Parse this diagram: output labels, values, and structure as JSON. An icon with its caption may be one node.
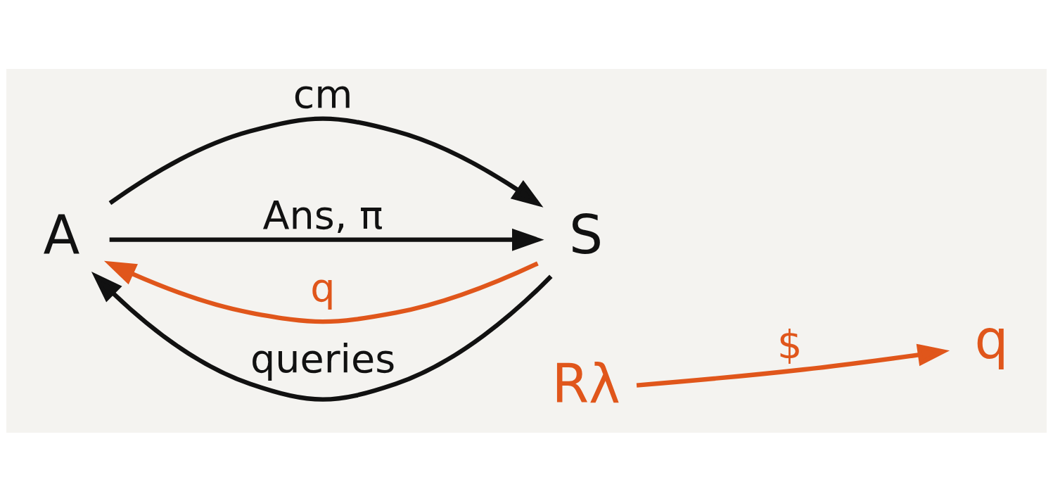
{
  "diagram": {
    "nodes": [
      {
        "text": [
          "A"
        ]
      },
      {
        "text": [
          "S"
        ]
      },
      {
        "text": [
          "q"
        ]
      },
      {
        "text": [
          "Rλ"
        ]
      }
    ],
    "edges": [
      {
        "from": 0,
        "to": 1,
        "arrow": "to",
        "label": "cm"
      },
      {
        "from": 1,
        "to": 0,
        "arrow": "to",
        "label": "q",
        "color": "#e0561b"
      },
      {
        "from": 1,
        "to": 0,
        "arrow": "to",
        "label": "queries"
      },
      {
        "from": 0,
        "to": 1,
        "arrow": "to",
        "label": "Ans, π"
      },
      {
        "from": 3,
        "to": 2,
        "arrow": "to",
        "label": "$",
        "color": "#e0561b"
      }
    ]
  }
}
